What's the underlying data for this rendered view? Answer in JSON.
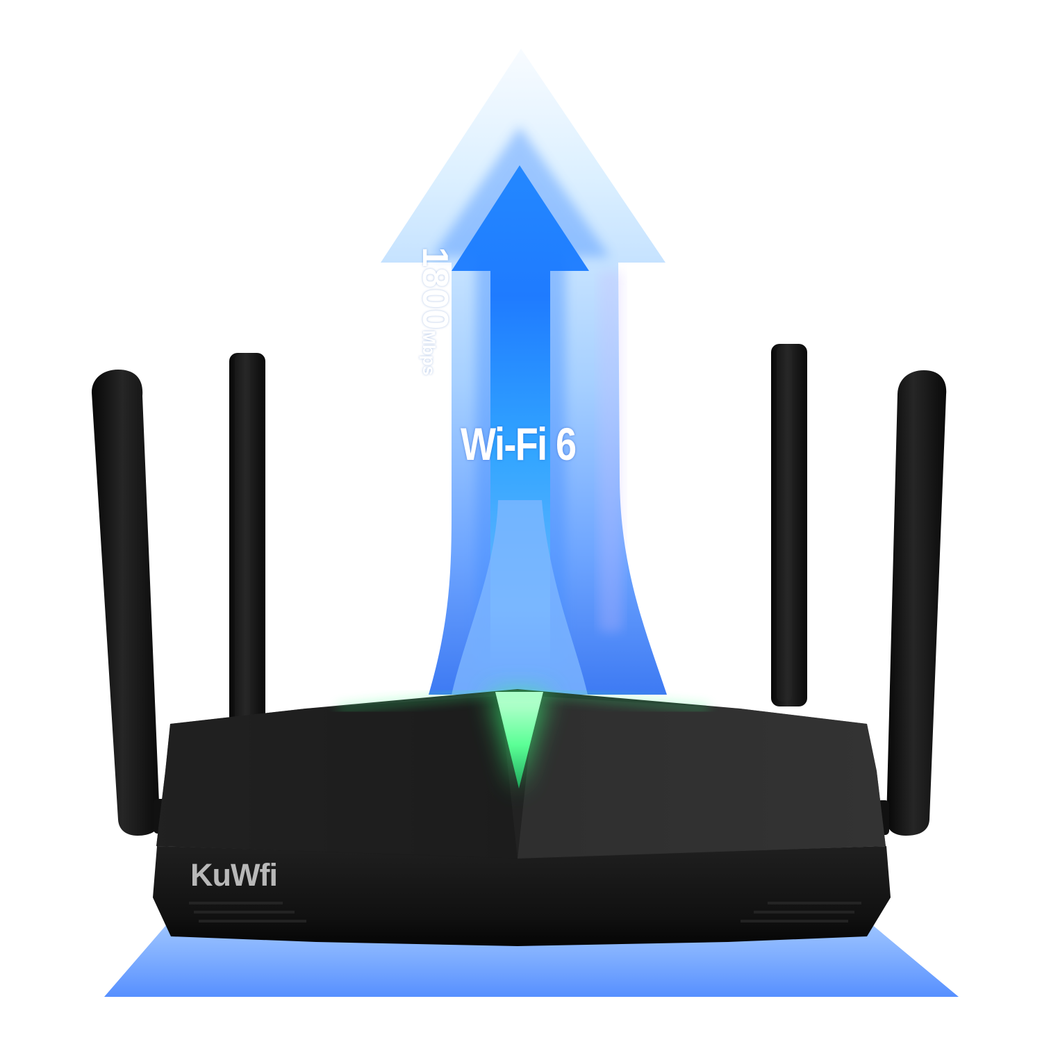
{
  "product": {
    "brand": "KuWfi",
    "speed_value": "1800",
    "speed_unit": "Mbps",
    "standard": "Wi-Fi 6"
  },
  "colors": {
    "arrow_top": "#f1f6ff",
    "arrow_mid": "#92c7ff",
    "arrow_core": "#3f8cff",
    "arrow_bottom": "#2a68f5",
    "router_body": "#141414",
    "router_top": "#2a2a2a",
    "led_glow": "#46ff8a",
    "antenna": "#151515",
    "logo_text": "#b8b8b8"
  },
  "icons": {
    "router": "router-icon",
    "arrow": "speed-arrow-icon"
  }
}
